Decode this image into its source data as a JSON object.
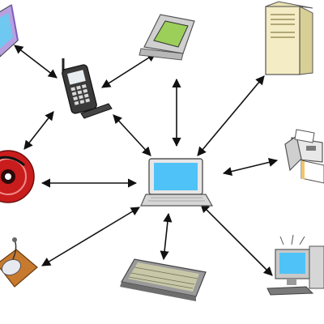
{
  "diagram": {
    "nodes": [
      {
        "id": "center",
        "kind": "laptop-icon"
      },
      {
        "id": "phone",
        "kind": "mobile-phone-icon"
      },
      {
        "id": "pda",
        "kind": "handheld-device-icon"
      },
      {
        "id": "book",
        "kind": "tablet-book-icon"
      },
      {
        "id": "server",
        "kind": "server-tower-icon"
      },
      {
        "id": "fax",
        "kind": "printer-fax-icon"
      },
      {
        "id": "disc",
        "kind": "cd-disc-icon"
      },
      {
        "id": "mouse",
        "kind": "mouse-pad-icon"
      },
      {
        "id": "keyboard",
        "kind": "keyboard-icon"
      },
      {
        "id": "desktop",
        "kind": "desktop-computer-icon"
      }
    ],
    "edges": [
      {
        "from": "center",
        "to": "phone"
      },
      {
        "from": "center",
        "to": "server"
      },
      {
        "from": "center",
        "to": "fax"
      },
      {
        "from": "center",
        "to": "disc"
      },
      {
        "from": "center",
        "to": "mouse"
      },
      {
        "from": "center",
        "to": "keyboard"
      },
      {
        "from": "center",
        "to": "desktop"
      },
      {
        "from": "center",
        "to": "pda"
      },
      {
        "from": "phone",
        "to": "book"
      },
      {
        "from": "phone",
        "to": "pda"
      },
      {
        "from": "phone",
        "to": "disc"
      }
    ],
    "colors": {
      "arrow": "#111111",
      "screen": "#4fc3f7",
      "device_body": "#e6e6e6",
      "disc_red": "#c91c1c",
      "server_body": "#f3ecc4"
    }
  }
}
